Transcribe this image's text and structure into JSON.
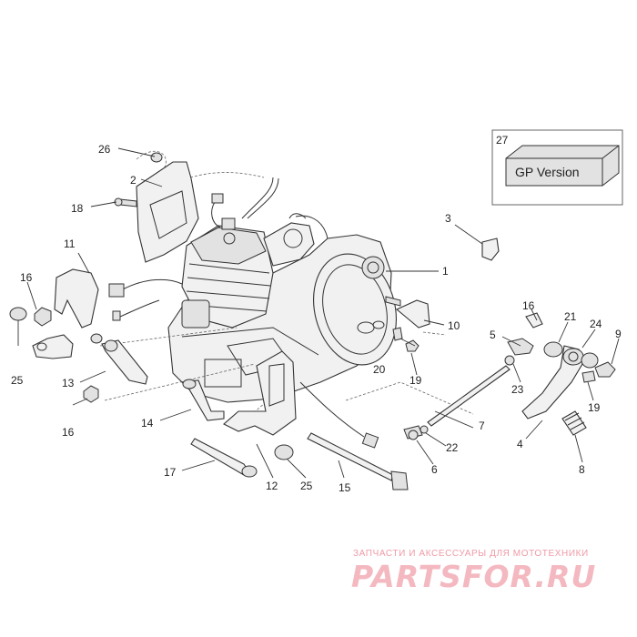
{
  "diagram": {
    "callouts": [
      "1",
      "2",
      "3",
      "4",
      "5",
      "6",
      "7",
      "8",
      "9",
      "10",
      "11",
      "12",
      "13",
      "14",
      "15",
      "16",
      "17",
      "18",
      "19",
      "20",
      "21",
      "22",
      "23",
      "24",
      "25",
      "26",
      "27"
    ],
    "gp_box": {
      "number": "27",
      "label": "GP Version"
    }
  },
  "watermark": {
    "caption": "ЗАПЧАСТИ И АКСЕССУАРЫ ДЛЯ МОТОТЕХНИКИ",
    "logo": "PARTSFOR.RU"
  },
  "colors": {
    "line": "#333333",
    "watermark": "#f4b8c0",
    "box_fill": "#e0e0e0"
  }
}
